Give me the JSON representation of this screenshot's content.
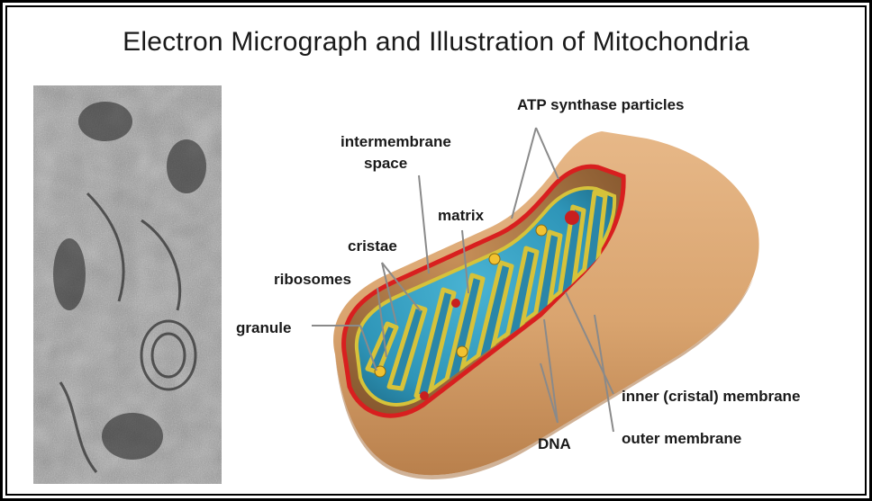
{
  "title": "Electron Micrograph and Illustration of Mitochondria",
  "labels": {
    "atp_synthase": "ATP synthase particles",
    "intermembrane_line1": "intermembrane",
    "intermembrane_line2": "space",
    "matrix": "matrix",
    "cristae": "cristae",
    "ribosomes": "ribosomes",
    "granule": "granule",
    "inner_membrane": "inner (cristal) membrane",
    "outer_membrane": "outer membrane",
    "dna": "DNA"
  },
  "colors": {
    "outer_membrane": "#d9a46f",
    "outer_shadow": "#b9804c",
    "membrane_edge": "#d81f1f",
    "matrix": "#2e95b8",
    "matrix_dark": "#1f6f8c",
    "cristae": "#d6c23a",
    "particle": "#f2c230",
    "granule_red": "#c81f1f"
  }
}
